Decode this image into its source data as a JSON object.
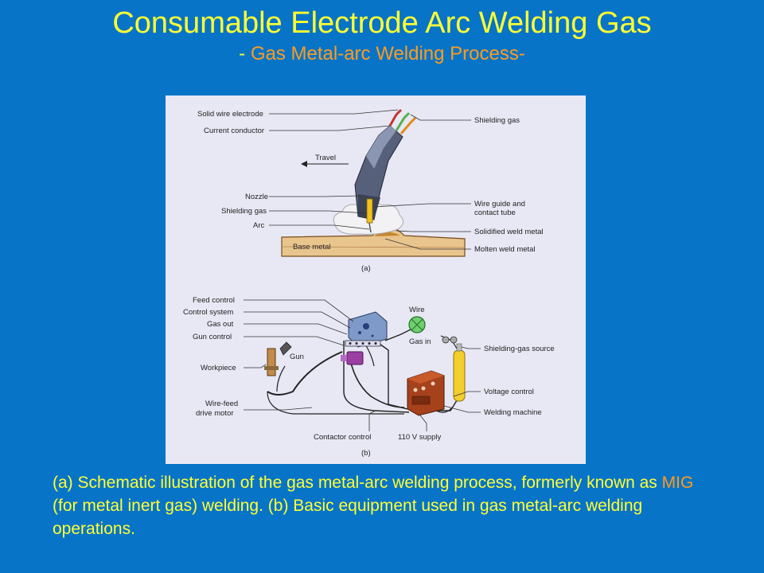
{
  "slide": {
    "title": "Consumable Electrode Arc Welding Gas",
    "subtitle_prefix": "- ",
    "subtitle": "Gas Metal-arc Welding Process-",
    "colors": {
      "background": "#0874c8",
      "title": "#ffff33",
      "accent": "#ff9c1c",
      "figure_bg": "#e7e8f4"
    }
  },
  "figure": {
    "part_a": {
      "labels_left": [
        "Solid wire electrode",
        "Current conductor",
        "Travel",
        "Nozzle",
        "Shielding gas",
        "Arc",
        "Base metal"
      ],
      "labels_right": [
        "Shielding gas",
        "Wire guide and",
        "contact tube",
        "Solidified weld metal",
        "Molten weld metal"
      ],
      "caption": "(a)"
    },
    "part_b": {
      "labels_left": [
        "Feed control",
        "Control system",
        "Gas out",
        "Gun control",
        "Gun",
        "Workpiece",
        "Wire-feed",
        "drive motor",
        "Contactor control"
      ],
      "labels_right": [
        "Wire",
        "Gas in",
        "Shielding-gas source",
        "Voltage control",
        "Welding machine",
        "110 V supply"
      ],
      "caption": "(b)"
    }
  },
  "caption": {
    "part1": "(a) Schematic illustration of the gas metal-arc welding process, formerly known as ",
    "highlight": "MIG",
    "part2": " (for metal inert gas) welding. (b)  Basic equipment used in gas metal-arc welding operations."
  }
}
